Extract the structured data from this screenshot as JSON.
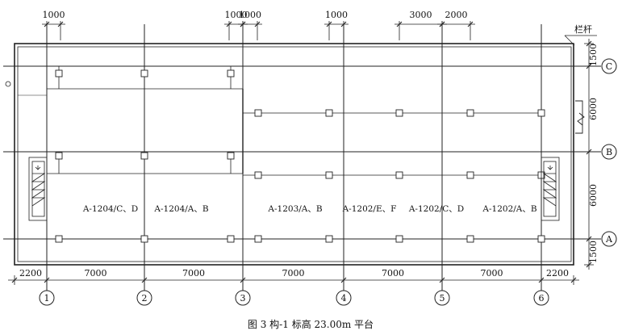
{
  "top_dims": [
    "1000",
    "1000",
    "1000",
    "1000",
    "3000",
    "2000"
  ],
  "railing_label": "栏杆",
  "bottom_dims": [
    "2200",
    "7000",
    "7000",
    "7000",
    "7000",
    "7000",
    "2200"
  ],
  "axes_x": [
    "1",
    "2",
    "3",
    "4",
    "5",
    "6"
  ],
  "axes_y": [
    "C",
    "B",
    "A"
  ],
  "right_dims": [
    "1500",
    "6000",
    "6000",
    "1500"
  ],
  "zones": [
    "A-1204/C、D",
    "A-1204/A、B",
    "A-1203/A、B",
    "A-1202/E、F",
    "A-1202/C、D",
    "A-1202/A、B"
  ],
  "caption": "图 3   构-1 标高 23.00m 平台",
  "colors": {
    "line": "#222222",
    "background": "#ffffff"
  }
}
